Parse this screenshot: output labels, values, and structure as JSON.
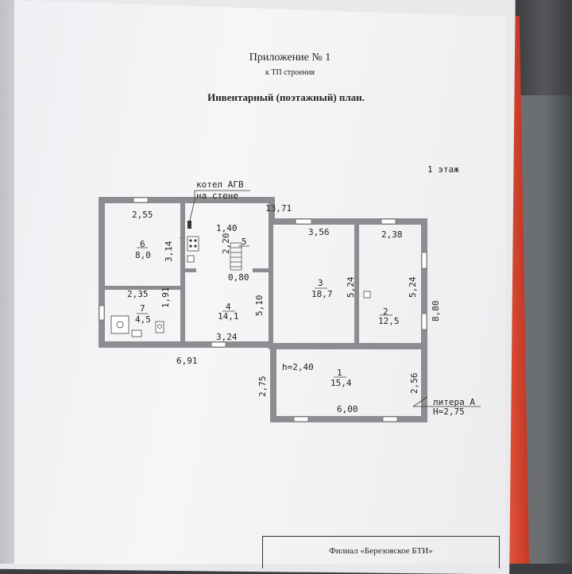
{
  "header": {
    "title": "Приложение № 1",
    "subtitle": "к ТП строения",
    "plan_title": "Инвентарный (поэтажный) план."
  },
  "floor_label": "1 этаж",
  "annotation": {
    "boiler_line1": "котел АГВ",
    "boiler_line2": "на стене"
  },
  "dimensions": {
    "total_length": "13,71",
    "d_255": "2,55",
    "d_314": "3,14",
    "d_140": "1,40",
    "d_220": "2,20",
    "d_080": "0,80",
    "d_356": "3,56",
    "d_238": "2,38",
    "d_524a": "5,24",
    "d_524b": "5,24",
    "d_235": "2,35",
    "d_191": "1,91",
    "d_510": "5,10",
    "d_324": "3,24",
    "d_691": "6,91",
    "d_880": "8,80",
    "h_inner": "h=2,40",
    "d_275": "2,75",
    "d_256": "2,56",
    "d_600": "6,00"
  },
  "rooms": [
    {
      "number": "6",
      "area": "8,0"
    },
    {
      "number": "5",
      "area": ""
    },
    {
      "number": "4",
      "area": "14,1"
    },
    {
      "number": "7",
      "area": "4,5"
    },
    {
      "number": "3",
      "area": "18,7"
    },
    {
      "number": "2",
      "area": "12,5"
    },
    {
      "number": "1",
      "area": "15,4"
    }
  ],
  "litera": {
    "name": "литера А",
    "height": "H=2,75"
  },
  "footer": {
    "branch": "Филиал «Березовское БТИ»"
  },
  "icons": [
    "stove-icon",
    "sink-icon",
    "toilet-icon",
    "bath-icon",
    "stairs-icon"
  ],
  "colors": {
    "wall": "#8c8d90",
    "folder_red": "#e04a33"
  }
}
